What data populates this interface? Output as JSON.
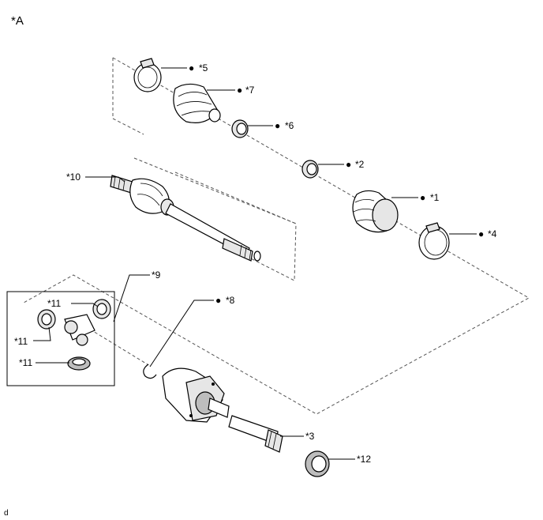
{
  "corner_label": "*A",
  "footer_code": "d",
  "callouts": {
    "c1": "*1",
    "c2": "*2",
    "c3": "*3",
    "c4": "*4",
    "c5": "*5",
    "c6": "*6",
    "c7": "*7",
    "c8": "*8",
    "c9": "*9",
    "c10": "*10",
    "c11a": "*11",
    "c11b": "*11",
    "c11c": "*11",
    "c12": "*12"
  },
  "marker_glyph": "●"
}
